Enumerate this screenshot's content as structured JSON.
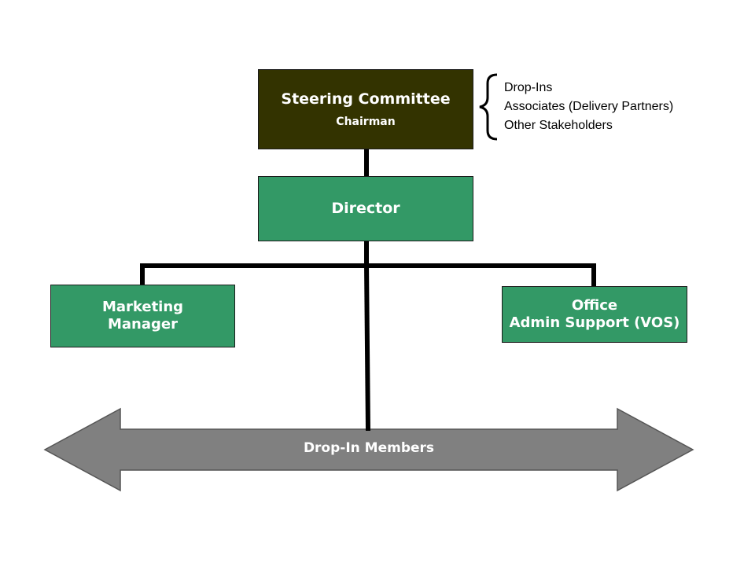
{
  "steering": {
    "title": "Steering Committee",
    "subtitle": "Chairman"
  },
  "director": {
    "title": "Director"
  },
  "marketing": {
    "line1": "Marketing",
    "line2": "Manager"
  },
  "office": {
    "line1": "Office",
    "line2": "Admin Support (VOS)"
  },
  "advisory": {
    "items": [
      "Drop-Ins",
      "Associates (Delivery Partners)",
      "Other Stakeholders"
    ]
  },
  "members": {
    "label": "Drop-In Members"
  },
  "colors": {
    "green": "#339966",
    "dark": "#333300",
    "arrow": "#808080",
    "line": "#000000"
  }
}
